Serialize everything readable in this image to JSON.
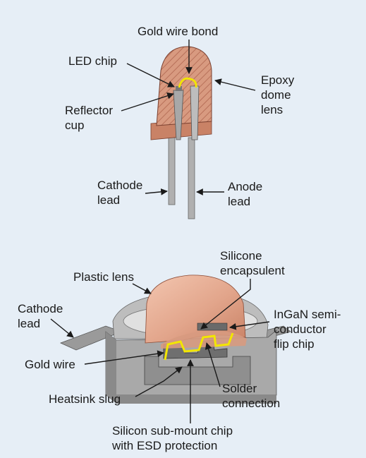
{
  "top_led": {
    "labels": {
      "gold_wire_bond": "Gold wire bond",
      "led_chip": "LED chip",
      "reflector_cup_1": "Reflector",
      "reflector_cup_2": "cup",
      "epoxy_1": "Epoxy",
      "epoxy_2": "dome",
      "epoxy_3": "lens",
      "cathode_1": "Cathode",
      "cathode_2": "lead",
      "anode_1": "Anode",
      "anode_2": "lead"
    }
  },
  "bottom_led": {
    "labels": {
      "silicone_1": "Silicone",
      "silicone_2": "encapsulent",
      "plastic_lens": "Plastic lens",
      "cathode_1": "Cathode",
      "cathode_2": "lead",
      "ingan_1": "InGaN semi-",
      "ingan_2": "conductor",
      "ingan_3": "flip chip",
      "gold_wire": "Gold wire",
      "heatsink": "Heatsink slug",
      "solder_1": "Solder",
      "solder_2": "connection",
      "submount_1": "Silicon sub-mount chip",
      "submount_2": "with ESD protection"
    }
  },
  "colors": {
    "background": "#e6eef6",
    "epoxy": "#d89a80",
    "epoxy_dark": "#b86e55",
    "lead": "#a8a8a8",
    "wire": "#f2e600",
    "housing": "#a9a9a9",
    "housing_dark": "#7a7a7a",
    "text": "#1a1a1a"
  }
}
